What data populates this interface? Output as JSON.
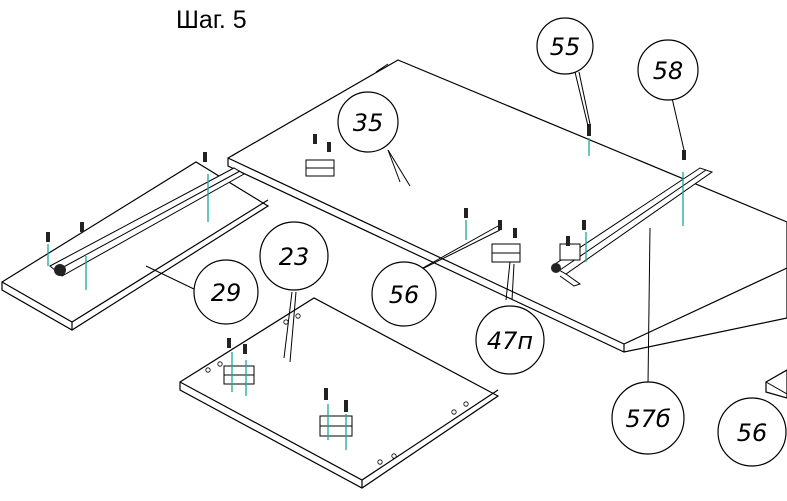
{
  "title": "Шаг. 5",
  "callouts": {
    "c55": "55",
    "c58": "58",
    "c35": "35",
    "c23": "23",
    "c29": "29",
    "c56a": "56",
    "c47": "47п",
    "c57": "57б",
    "c56b": "56"
  },
  "colors": {
    "dowel": "#1aa89a",
    "line": "#000000"
  }
}
